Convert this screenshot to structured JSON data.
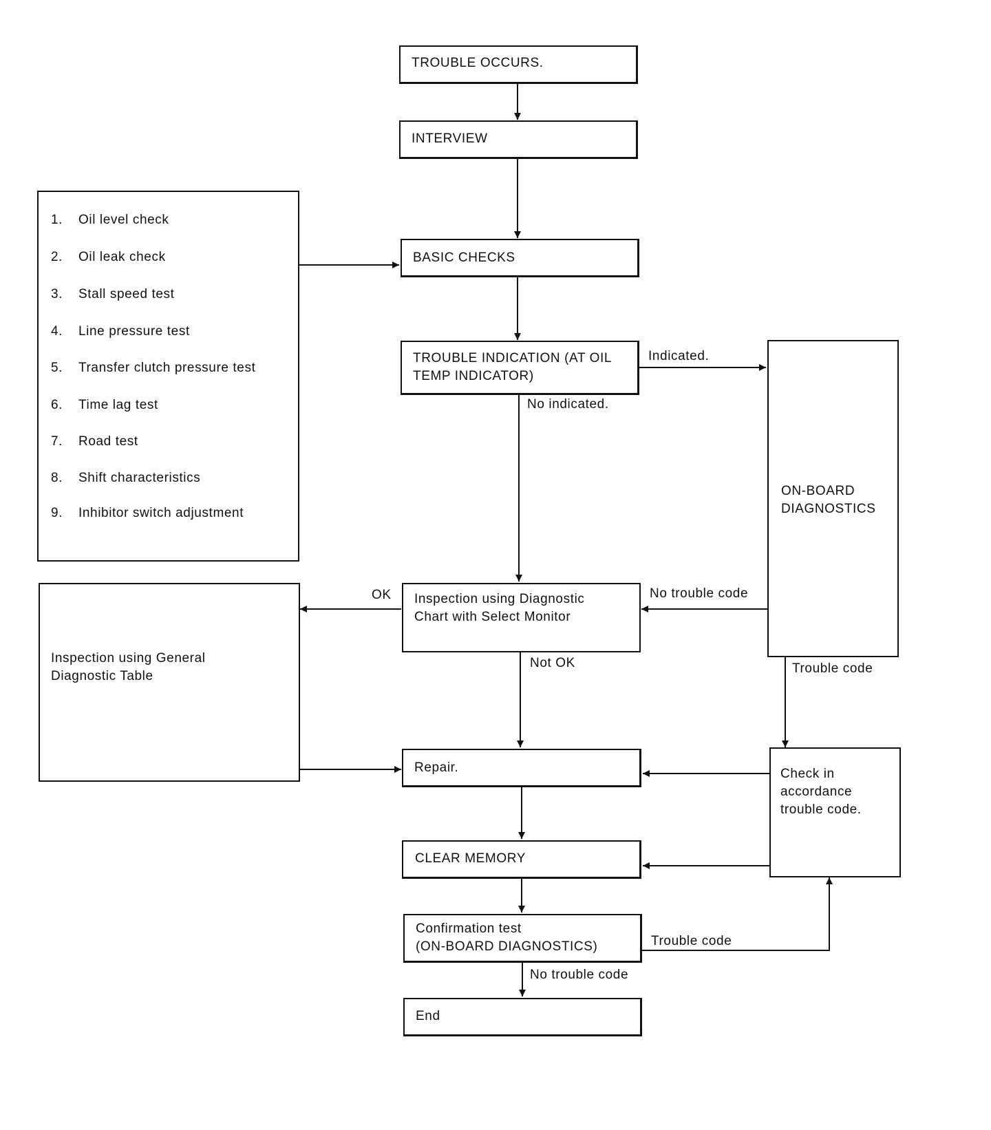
{
  "nodes": {
    "trouble_occurs": "TROUBLE OCCURS.",
    "interview": "INTERVIEW",
    "basic_checks": "BASIC CHECKS",
    "trouble_indication": "TROUBLE INDICATION (AT OIL\nTEMP INDICATOR)",
    "on_board_diagnostics": "ON-BOARD\nDIAGNOSTICS",
    "inspection_select_monitor": "Inspection using Diagnostic\nChart with Select Monitor",
    "inspection_general_table": "Inspection using General\nDiagnostic Table",
    "repair": "Repair.",
    "check_trouble_code": "Check in\naccordance\ntrouble code.",
    "clear_memory": "CLEAR MEMORY",
    "confirmation_test": "Confirmation test\n(ON-BOARD DIAGNOSTICS)",
    "end": "End"
  },
  "basic_checks_list": [
    {
      "num": "1.",
      "text": "Oil level check"
    },
    {
      "num": "2.",
      "text": "Oil leak check"
    },
    {
      "num": "3.",
      "text": "Stall speed test"
    },
    {
      "num": "4.",
      "text": "Line pressure test"
    },
    {
      "num": "5.",
      "text": "Transfer clutch pressure test"
    },
    {
      "num": "6.",
      "text": "Time lag test"
    },
    {
      "num": "7.",
      "text": "Road test"
    },
    {
      "num": "8.",
      "text": "Shift characteristics"
    },
    {
      "num": "9.",
      "text": "Inhibitor switch adjustment"
    }
  ],
  "edge_labels": {
    "indicated": "Indicated.",
    "no_indicated": "No indicated.",
    "ok": "OK",
    "not_ok": "Not OK",
    "no_trouble_code_obd": "No trouble code",
    "trouble_code_obd": "Trouble code",
    "trouble_code_confirm": "Trouble code",
    "no_trouble_code_confirm": "No trouble code"
  }
}
